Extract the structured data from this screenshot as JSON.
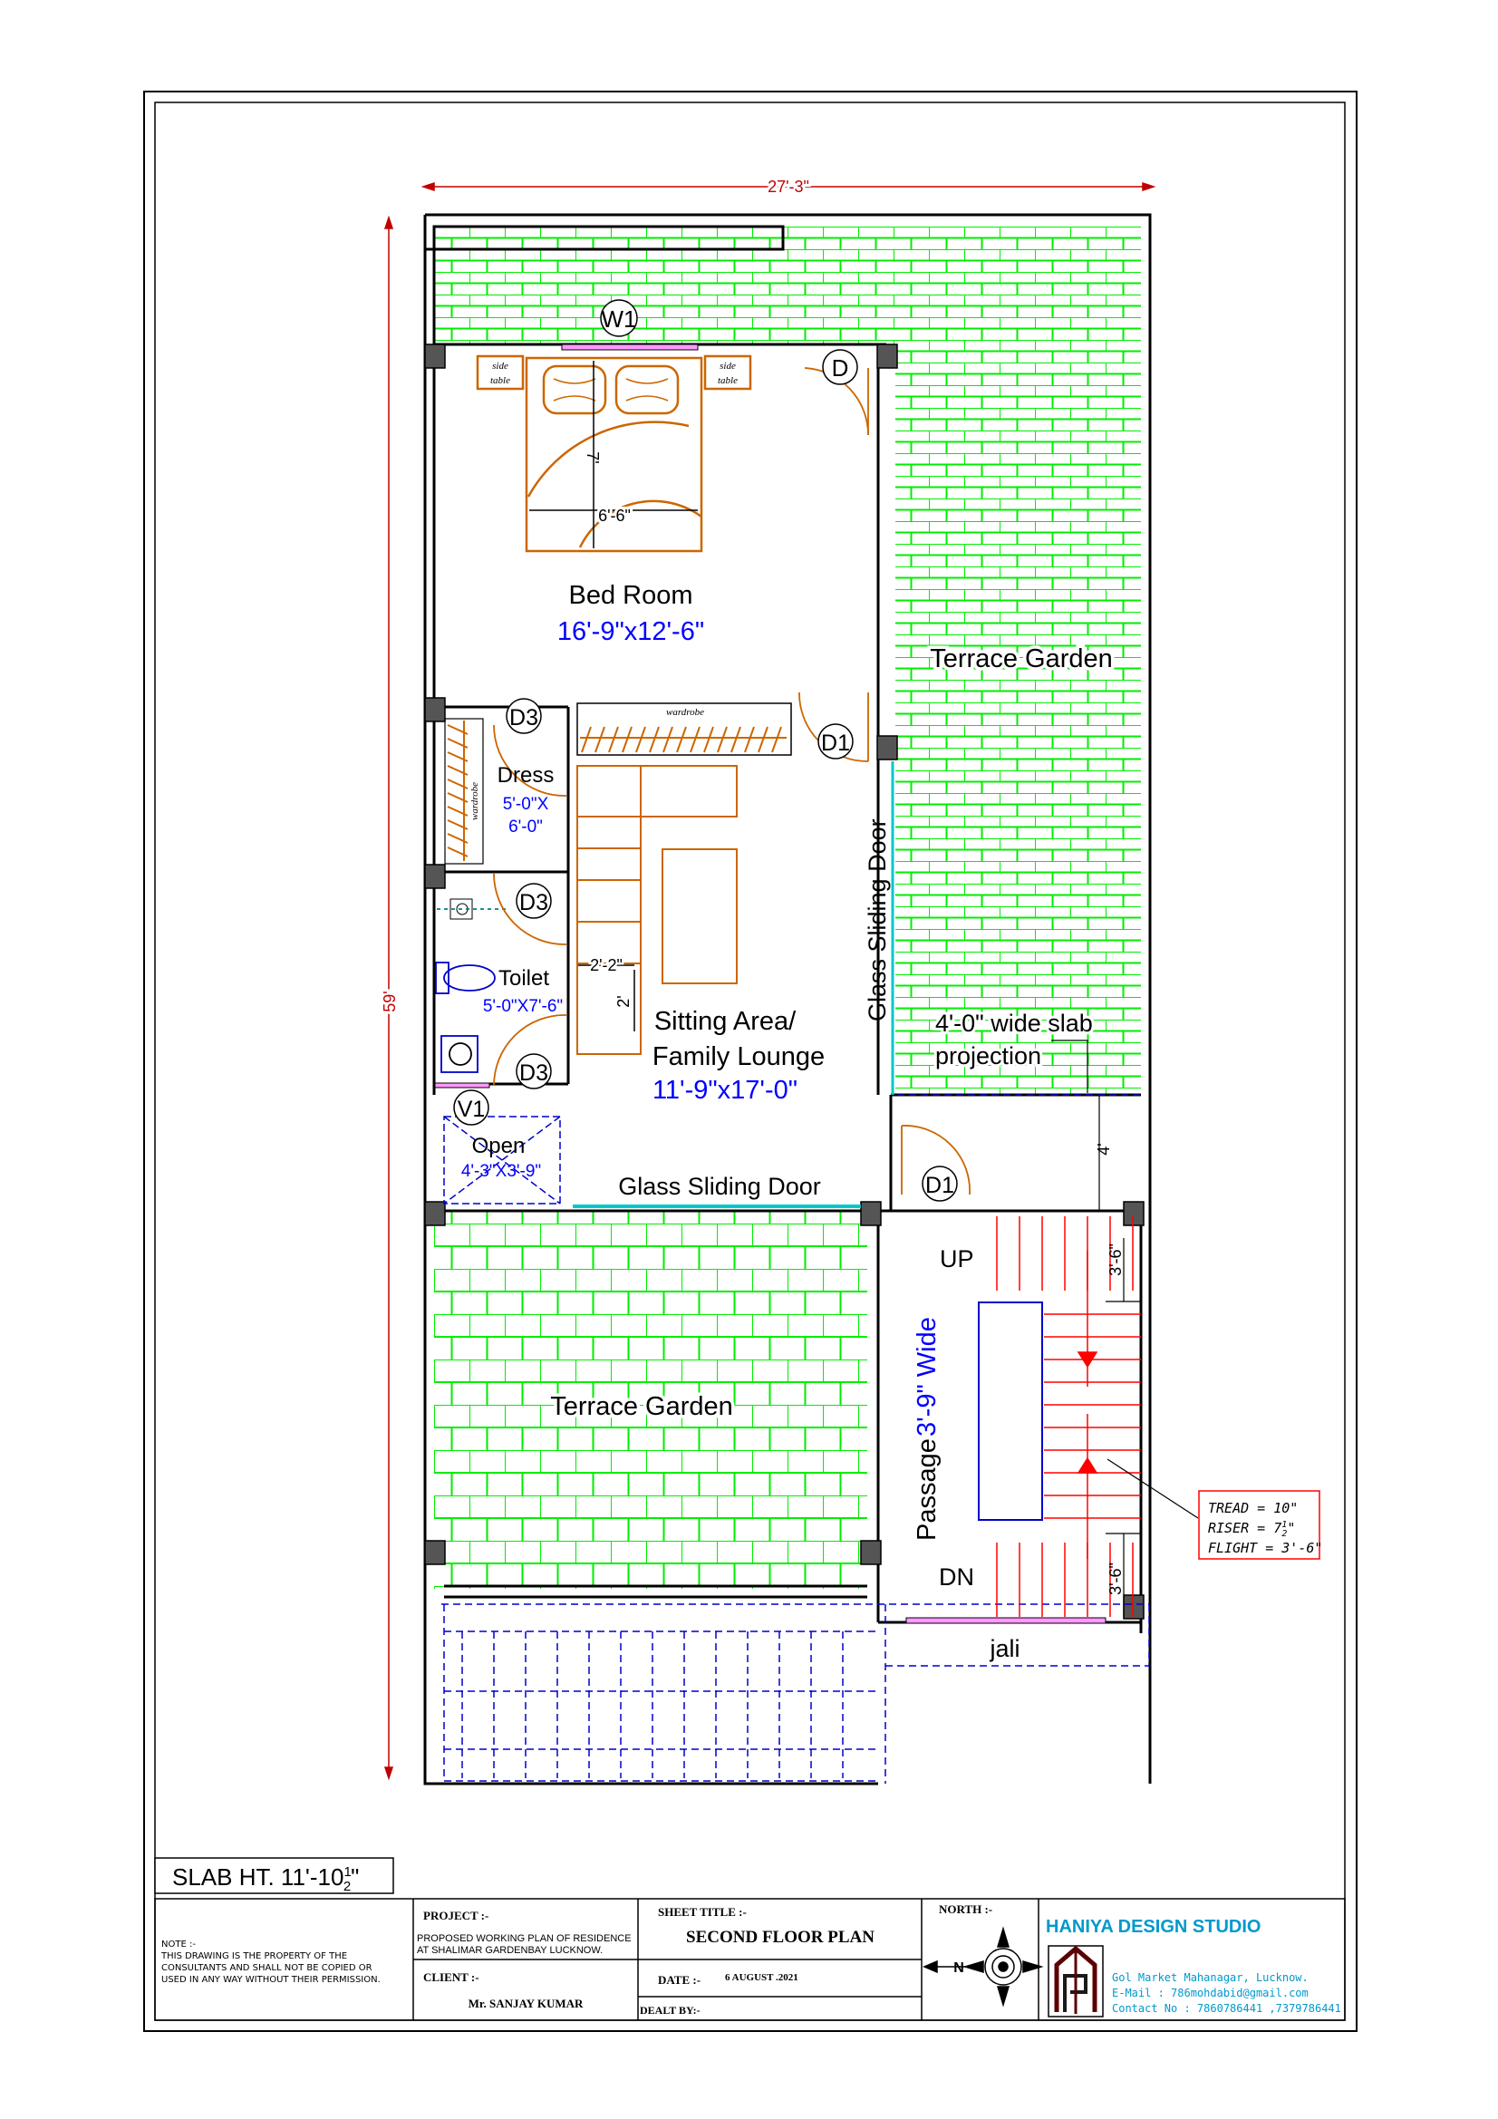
{
  "dimensions": {
    "overall_width": "27'-3\"",
    "overall_length": "59'",
    "bed": "6'-6\"",
    "bed_length": "7'",
    "step1": "2'-2\"",
    "step2": "2'",
    "slab_gap": "4'",
    "stair_top": "3'-6\"",
    "stair_bottom": "3'-6\""
  },
  "rooms": {
    "bed_room": {
      "name": "Bed Room",
      "size": "16'-9\"x12'-6\""
    },
    "terrace_garden_right": {
      "name": "Terrace Garden"
    },
    "terrace_garden_bottom": {
      "name": "Terrace Garden"
    },
    "dress": {
      "name": "Dress",
      "size_line1": "5'-0\"X",
      "size_line2": "6'-0\""
    },
    "toilet": {
      "name": "Toilet",
      "size": "5'-0\"X7'-6\""
    },
    "sitting": {
      "name_line1": "Sitting Area/",
      "name_line2": "Family Lounge",
      "size": "11'-9\"x17'-0\""
    },
    "open": {
      "name": "Open",
      "size": "4'-3\"X3'-9\""
    },
    "passage": {
      "name": "Passage",
      "width": "3'-9\" Wide"
    }
  },
  "labels": {
    "glass_sliding_door_vertical": "Glass Sliding Door",
    "glass_sliding_door_horizontal": "Glass Sliding Door",
    "slab_projection_line1": "4'-0\" wide slab",
    "slab_projection_line2": "projection",
    "up": "UP",
    "dn": "DN",
    "jali": "jali",
    "side_table_left_1": "side",
    "side_table_left_2": "table",
    "side_table_right_1": "side",
    "side_table_right_2": "table",
    "wardrobe_top": "wardrobe",
    "wardrobe_side": "wardrobe"
  },
  "tags": {
    "w1": "W1",
    "d": "D",
    "d3_dress": "D3",
    "d1_lounge": "D1",
    "d3_toilet": "D3",
    "d3_lower": "D3",
    "v1": "V1",
    "d1_passage": "D1"
  },
  "stair_note": {
    "tread": "TREAD = 10\"",
    "riser_main": "RISER = 7",
    "riser_frac_num": "1",
    "riser_frac_den": "2",
    "riser_unit": "\"",
    "flight": "FLIGHT = 3'-6\""
  },
  "slab": {
    "prefix": "SLAB HT. 11'-10",
    "frac_num": "1",
    "frac_den": "2",
    "suffix": "\""
  },
  "title_block": {
    "note_heading": "NOTE :-",
    "note_line1": "THIS DRAWING IS THE PROPERTY OF THE",
    "note_line2": "CONSULTANTS AND SHALL NOT BE COPIED OR",
    "note_line3": "USED IN ANY WAY WITHOUT THEIR PERMISSION.",
    "project_label": "PROJECT :-",
    "project_line1": "PROPOSED  WORKING PLAN OF RESIDENCE",
    "project_line2": "AT SHALIMAR GARDENBAY LUCKNOW.",
    "client_label": "CLIENT :-",
    "client_name": "Mr. SANJAY KUMAR",
    "sheet_title_label": "SHEET TITLE :-",
    "sheet_title": "SECOND  FLOOR  PLAN",
    "date_label": "DATE :-",
    "date_value": "6 AUGUST .2021",
    "dealt_by_label": "DEALT BY:-",
    "north_label": "NORTH :-",
    "north_letter": "N",
    "studio_name": "HANIYA DESIGN STUDIO",
    "address": "Gol Market Mahanagar, Lucknow.",
    "email": "E-Mail  :  786mohdabid@gmail.com",
    "contact": "Contact No :  7860786441 ,7379786441"
  },
  "colors": {
    "wall": "#000000",
    "dimension": "#c00000",
    "room_size": "#0000ff",
    "terrace_tile": "#00ee00",
    "furniture": "#cc6600",
    "stair": "#ff0000",
    "dashed": "#0000cc",
    "glass": "#00c8c8",
    "window": "#ff66ff",
    "studio": "#0099cc"
  }
}
